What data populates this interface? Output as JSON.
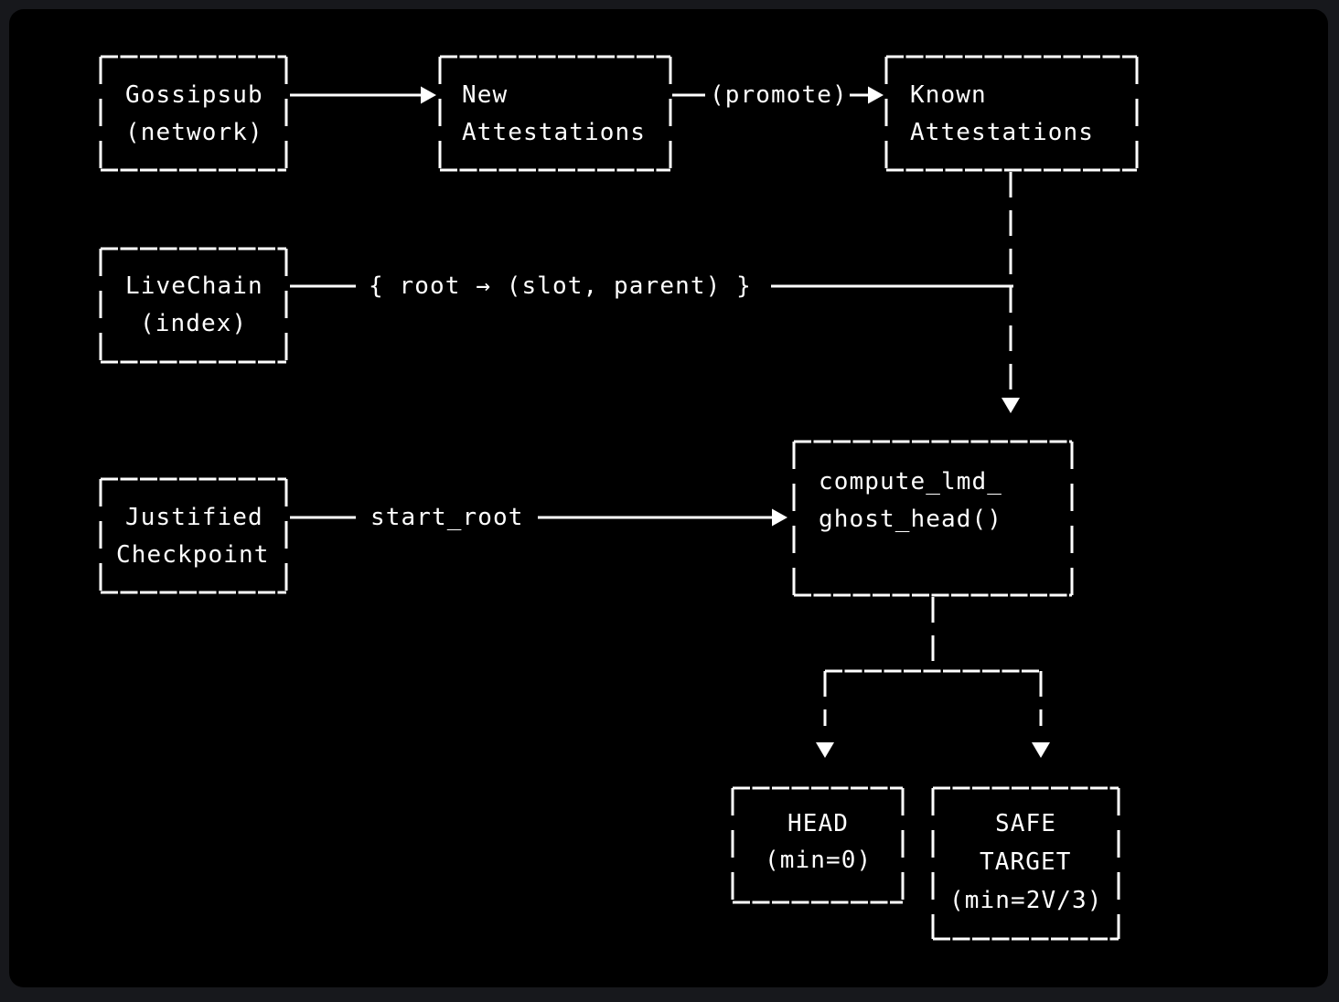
{
  "colors": {
    "page_bg": "#17181c",
    "canvas_bg": "#000000",
    "stroke": "#ffffff",
    "text": "#ffffff"
  },
  "nodes": {
    "gossipsub": {
      "line1": "Gossipsub",
      "line2": "(network)"
    },
    "new_attestations": {
      "line1": "New",
      "line2": "Attestations"
    },
    "known_attestations": {
      "line1": "Known",
      "line2": "Attestations"
    },
    "livechain": {
      "line1": "LiveChain",
      "line2": "(index)"
    },
    "justified_checkpoint": {
      "line1": "Justified",
      "line2": "Checkpoint"
    },
    "compute_lmd_ghost_head": {
      "line1": "compute_lmd_",
      "line2": "ghost_head()"
    },
    "head": {
      "line1": "HEAD",
      "line2": "(min=0)"
    },
    "safe_target": {
      "line1": "SAFE",
      "line2": "TARGET",
      "line3": "(min=2V/3)"
    }
  },
  "edges": {
    "promote_label": "(promote)",
    "root_map_label": "{ root → (slot, parent) }",
    "start_root_label": "start_root"
  }
}
